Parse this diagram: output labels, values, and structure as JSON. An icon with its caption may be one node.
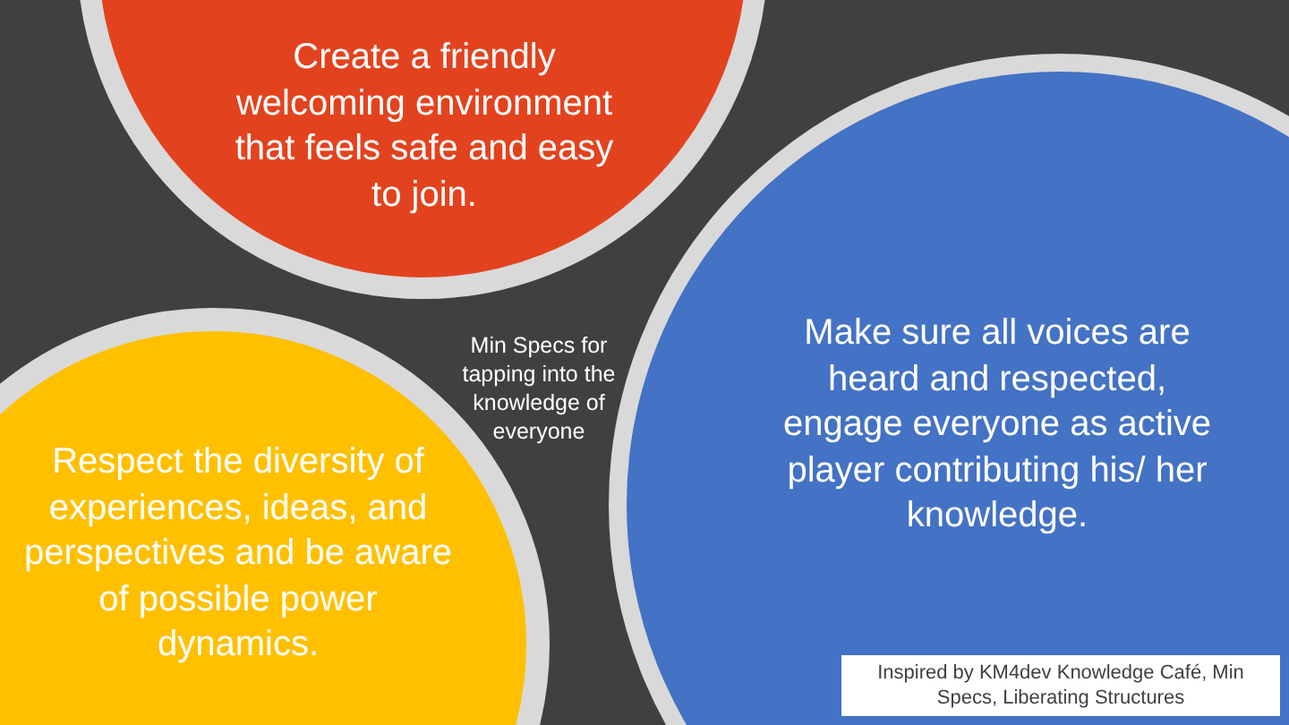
{
  "diagram": {
    "title": "Min Specs for tapping into the knowledge of everyone",
    "nodes": [
      {
        "text": [
          "Create a friendly welcoming environment that feels safe and easy to join."
        ]
      },
      {
        "text": [
          "Respect the diversity of experiences, ideas, and perspectives and be aware of possible power dynamics."
        ]
      },
      {
        "text": [
          "Make sure all voices are heard and respected, engage everyone as active player contributing his/ her knowledge."
        ]
      },
      {
        "text": [
          "Inspired by KM4dev Knowledge Café, Min Specs, Liberating Structures"
        ],
        "in": 2
      }
    ]
  }
}
